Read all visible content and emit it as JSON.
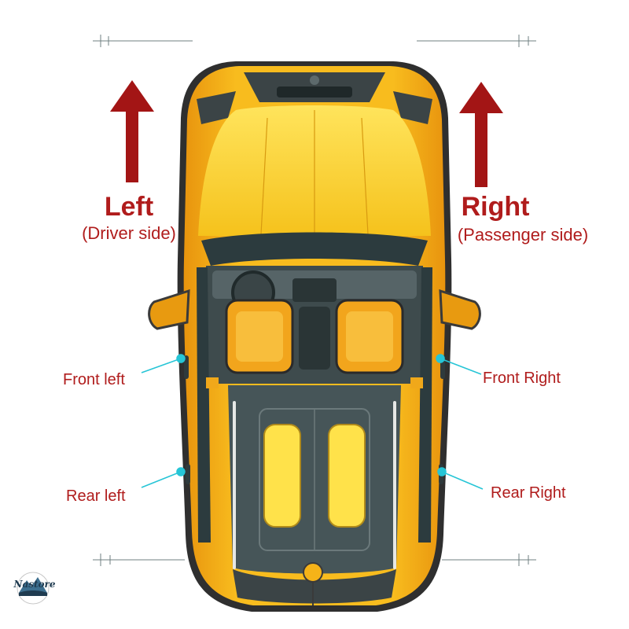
{
  "sides": {
    "left": {
      "title": "Left",
      "subtitle": "(Driver side)"
    },
    "right": {
      "title": "Right",
      "subtitle": "(Passenger side)"
    }
  },
  "doors": {
    "front_left": "Front left",
    "front_right": "Front Right",
    "rear_left": "Rear left",
    "rear_right": "Rear Right"
  },
  "logo": {
    "text": "Nastore"
  },
  "colors": {
    "label": "#b01c1c",
    "arrow": "#a31515",
    "car_body": "#f5b318",
    "car_body_light": "#ffd94a",
    "car_roof": "#465558",
    "window_glass": "#2c3b3e",
    "seat": "#f2a51c",
    "pointer": "#26c5d6"
  },
  "icons": {
    "forward_arrow_left": "arrow-up-icon",
    "forward_arrow_right": "arrow-up-icon",
    "logo_mark": "mountain-badge-icon"
  }
}
